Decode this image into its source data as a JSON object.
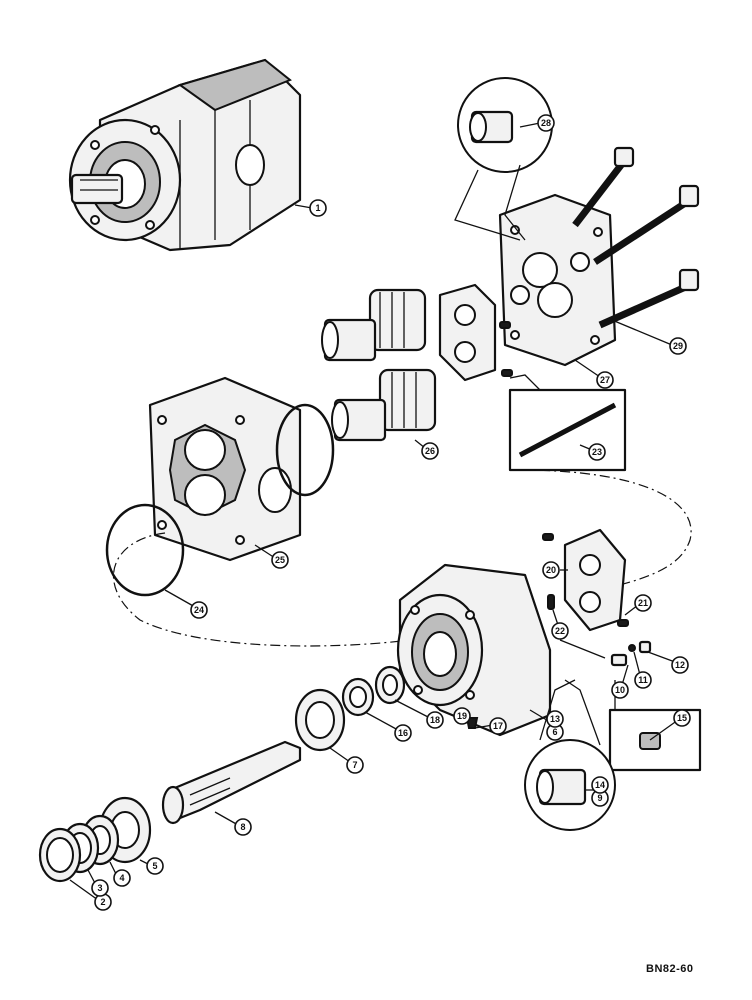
{
  "drawing_code": "BN82-60",
  "callouts": [
    "1",
    "2",
    "3",
    "4",
    "5",
    "6",
    "7",
    "8",
    "9",
    "10",
    "11",
    "12",
    "13",
    "14",
    "15",
    "16",
    "17",
    "18",
    "19",
    "20",
    "21",
    "22",
    "23",
    "24",
    "25",
    "26",
    "27",
    "28",
    "29"
  ]
}
